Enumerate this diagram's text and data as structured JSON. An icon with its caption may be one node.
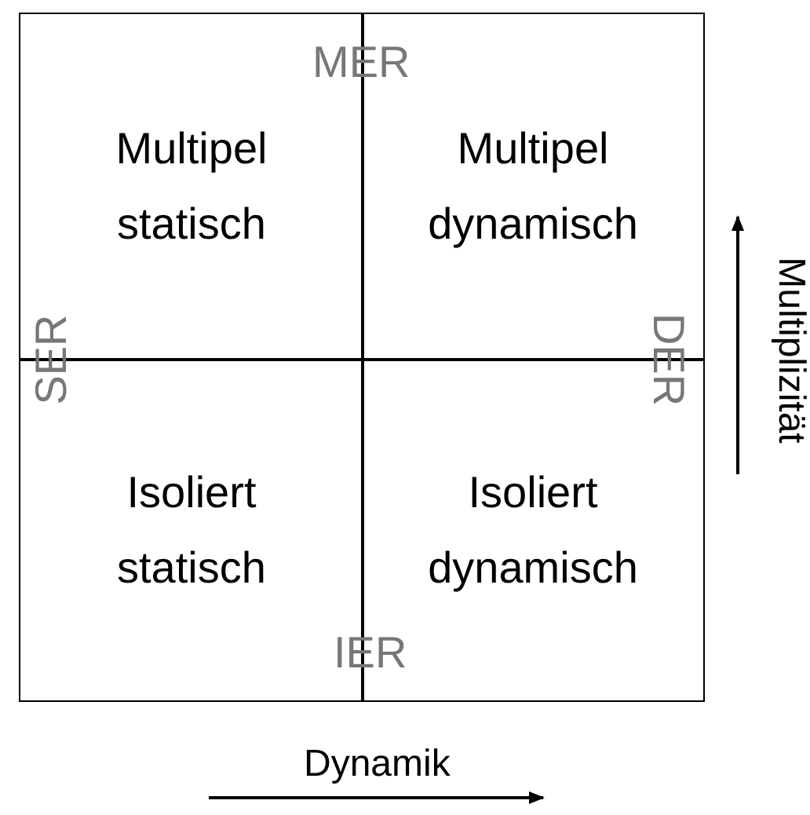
{
  "diagram": {
    "nodes": [
      {
        "text": [
          "Multipel statisch"
        ]
      },
      {
        "text": [
          "Multipel dynamisch"
        ]
      },
      {
        "text": [
          "Isoliert statisch"
        ]
      },
      {
        "text": [
          "Isoliert dynamisch"
        ]
      }
    ],
    "edges": [],
    "labels": [
      "MER",
      "SER",
      "DER",
      "IER",
      "Multiplizität",
      "Dynamik"
    ]
  }
}
